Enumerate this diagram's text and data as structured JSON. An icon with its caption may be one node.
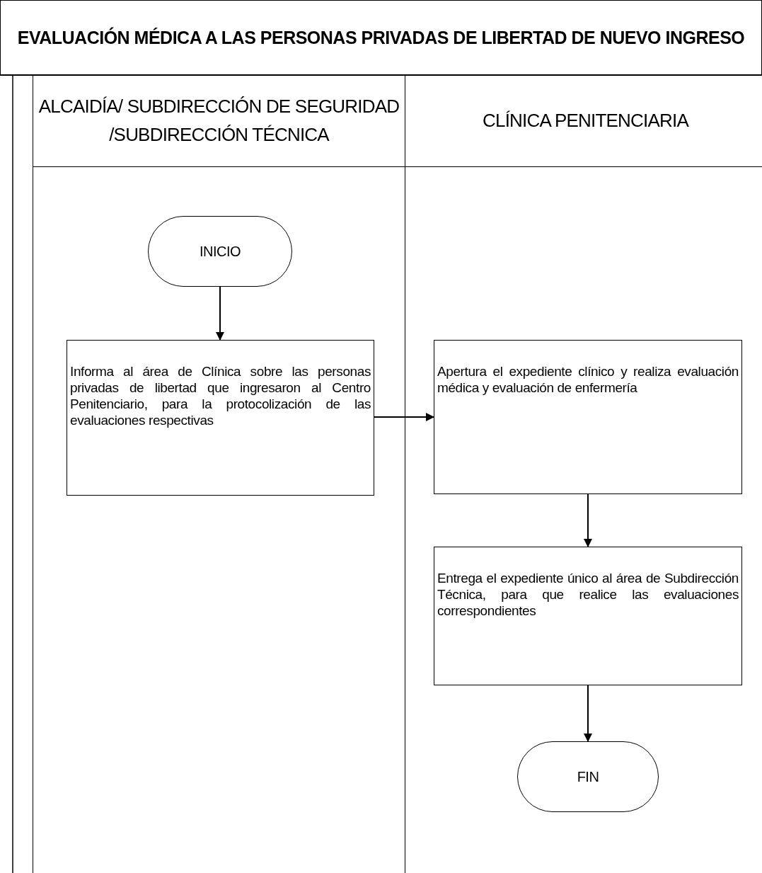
{
  "diagram": {
    "title": "EVALUACIÓN MÉDICA A LAS PERSONAS PRIVADAS DE LIBERTAD DE NUEVO INGRESO",
    "nodes": [
      {
        "text": [
          "ALCAIDÍA/ SUBDIRECCIÓN DE SEGURIDAD /SUBDIRECCIÓN TÉCNICA"
        ]
      },
      {
        "text": [
          "CLÍNICA PENITENCIARIA"
        ]
      },
      {
        "text": [
          "INICIO"
        ],
        "in": 0
      },
      {
        "text": [
          "Informa al área de Clínica sobre las personas privadas de libertad que ingresaron al Centro Penitenciario, para la protocolización de las evaluaciones respectivas"
        ],
        "in": 0
      },
      {
        "text": [
          "Apertura el expediente clínico y realiza evaluación médica y evaluación de enfermería"
        ],
        "in": 1
      },
      {
        "text": [
          "Entrega el expediente único al área de Subdirección Técnica, para que realice las evaluaciones correspondientes"
        ],
        "in": 1
      },
      {
        "text": [
          "FIN"
        ],
        "in": 1
      }
    ],
    "edges": [
      {
        "from": 2,
        "to": 3,
        "arrow": "to"
      },
      {
        "from": 3,
        "to": 4,
        "arrow": "to"
      },
      {
        "from": 4,
        "to": 5,
        "arrow": "to"
      },
      {
        "from": 5,
        "to": 6,
        "arrow": "to"
      }
    ]
  }
}
